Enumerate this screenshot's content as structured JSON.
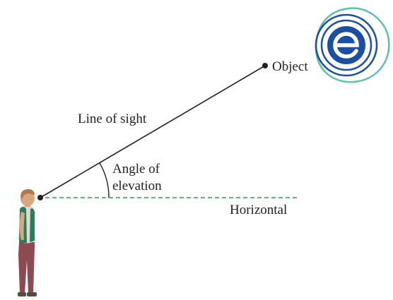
{
  "labels": {
    "object": "Object",
    "line_of_sight": "Line of sight",
    "angle_line1": "Angle of",
    "angle_line2": "elevation",
    "horizontal": "Horizontal"
  },
  "icons": {
    "logo": "e-spiral-logo",
    "observer": "standing-person"
  },
  "colors": {
    "line": "#222222",
    "horizontal": "#2e9e4f",
    "logo_blue": "#1a4fa3",
    "logo_teal": "#5fbfae",
    "text": "#222222"
  }
}
